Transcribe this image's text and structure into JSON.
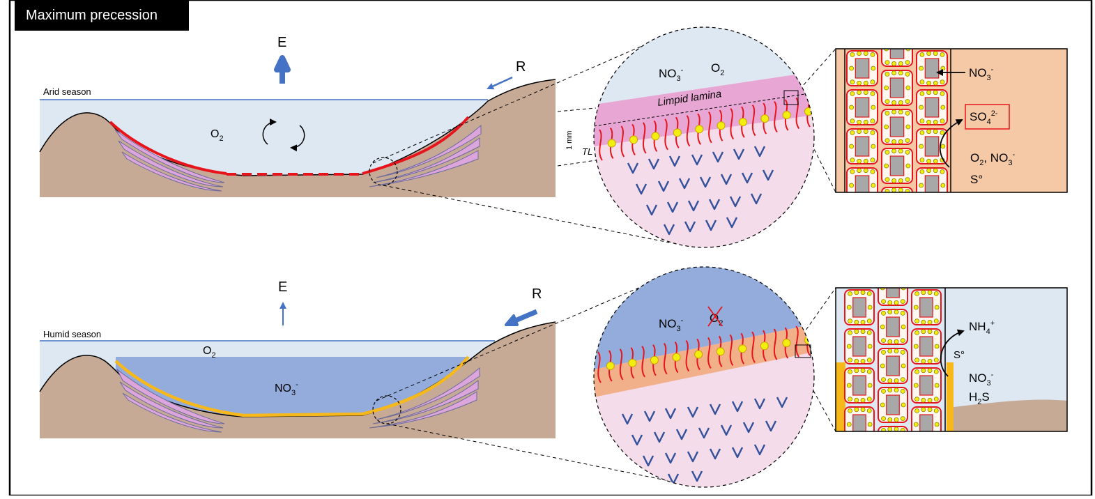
{
  "title": "Maximum precession",
  "arid": {
    "season_label": "Arid season",
    "evaporation": "E",
    "runoff": "R",
    "water_o2": "O",
    "water_o2_sub": "2",
    "zoom": {
      "no3": "NO",
      "no3_sub": "3",
      "no3_sup": "-",
      "o2": "O",
      "o2_sub": "2",
      "limpid_lamina": "Limpid lamina",
      "scale": "1 mm",
      "tl": "TL"
    },
    "cells": {
      "no3": "NO",
      "no3_sub": "3",
      "no3_sup": "-",
      "so4": "SO",
      "so4_sub": "4",
      "so4_sup": "2-",
      "o2_no3_a": "O",
      "o2_no3_sub1": "2",
      "o2_no3_b": ", NO",
      "o2_no3_sub2": "3",
      "o2_no3_sup": "-",
      "sulfur": "S°"
    }
  },
  "humid": {
    "season_label": "Humid season",
    "evaporation": "E",
    "runoff": "R",
    "surface_o2": "O",
    "surface_o2_sub": "2",
    "bottom_no3": "NO",
    "bottom_no3_sub": "3",
    "bottom_no3_sup": "-",
    "zoom": {
      "no3": "NO",
      "no3_sub": "3",
      "no3_sup": "-",
      "o2_crossed": "O",
      "o2_crossed_sub": "2"
    },
    "cells": {
      "nh4": "NH",
      "nh4_sub": "4",
      "nh4_sup": "+",
      "sulfur": "S°",
      "no3": "NO",
      "no3_sub": "3",
      "no3_sup": "-",
      "h2s_a": "H",
      "h2s_sub": "2",
      "h2s_b": "S"
    }
  },
  "colors": {
    "sky_water": "#dde8f3",
    "deep_water": "#93acdb",
    "sediment": "#c7aa96",
    "laminae": "#dca5dc",
    "red_mat": "#e8141c",
    "yellow_mat": "#f7b81c",
    "limpid_lamina": "#e7a6d3",
    "gypsum": "#f4dcea",
    "gypsum_crystal": "#34529c",
    "orange_sediment": "#f1b08a",
    "peach_bg": "#f6c9a6",
    "cell_grey": "#a8a8a8",
    "granule": "#f2ee10",
    "arrow_blue": "#4472c4"
  }
}
